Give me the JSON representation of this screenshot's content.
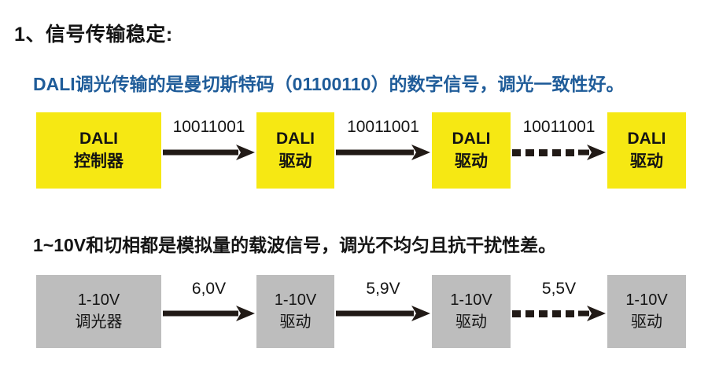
{
  "slide": {
    "background_color": "#ffffff",
    "heading_main": "1、信号传输稳定:",
    "heading_blue": "DALI调光传输的是曼切斯特码（01100110）的数字信号，调光一致性好。",
    "heading_blue_color": "#1f5c99",
    "heading_sub": "1~10V和切相都是模拟量的载波信号，调光不均匀且抗干扰性差。"
  },
  "dali_flow": {
    "node_color": "#F6E813",
    "nodes": [
      {
        "line1": "DALI",
        "line2": "控制器"
      },
      {
        "line1": "DALI",
        "line2": "驱动"
      },
      {
        "line1": "DALI",
        "line2": "驱动"
      },
      {
        "line1": "DALI",
        "line2": "驱动"
      }
    ],
    "connectors": [
      {
        "label": "10011001",
        "style": "solid"
      },
      {
        "label": "10011001",
        "style": "solid"
      },
      {
        "label": "10011001",
        "style": "dashed"
      }
    ]
  },
  "analog_flow": {
    "node_color": "#BDBDBD",
    "nodes": [
      {
        "line1": "1-10V",
        "line2": "调光器"
      },
      {
        "line1": "1-10V",
        "line2": "驱动"
      },
      {
        "line1": "1-10V",
        "line2": "驱动"
      },
      {
        "line1": "1-10V",
        "line2": "驱动"
      }
    ],
    "connectors": [
      {
        "label": "6,0V",
        "style": "solid"
      },
      {
        "label": "5,9V",
        "style": "solid"
      },
      {
        "label": "5,5V",
        "style": "dashed"
      }
    ]
  }
}
